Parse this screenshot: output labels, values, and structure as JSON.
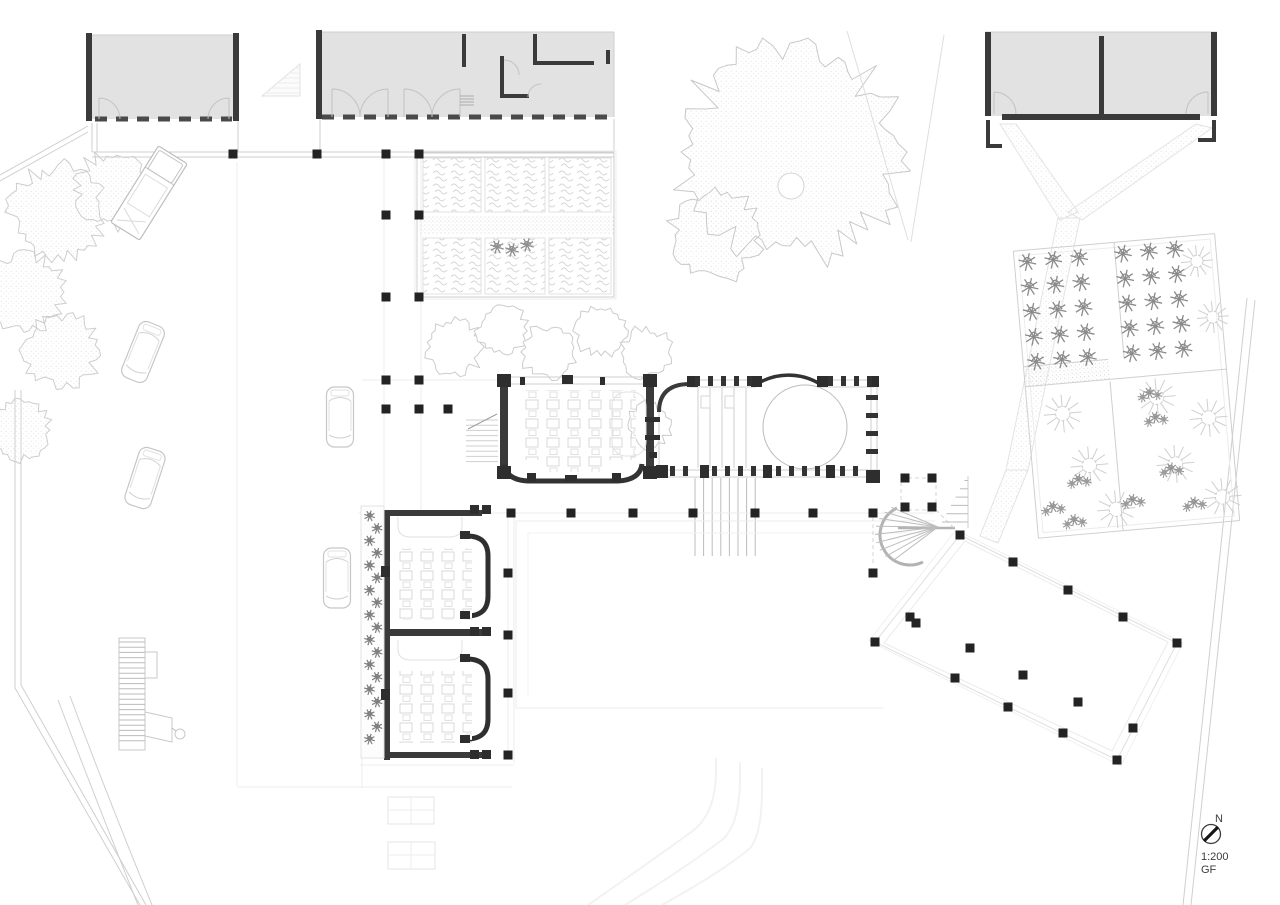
{
  "meta": {
    "drawing_type": "architectural site plan - ground floor",
    "north_label": "N",
    "scale_label": "1:200",
    "level_label": "GF"
  },
  "colors": {
    "paper": "#ffffff",
    "building_fill": "#e2e2e2",
    "wall_dark": "#3a3a3a",
    "column_black": "#232323",
    "line_medium": "#bcbcbc",
    "line_light": "#d8d8d8",
    "line_faint": "#ececec",
    "vegetation_dark": "#8a8a8a",
    "vegetation_light": "#cfcfcf",
    "text": "#3c3c3c"
  },
  "elements": [
    "existing-building-northwest",
    "existing-building-north",
    "existing-building-northeast",
    "exterior-stair-north",
    "planting-beds-north",
    "pergola-colonnade",
    "central-classroom",
    "assembly-hall",
    "classroom-south-a",
    "classroom-south-b",
    "planting-strip",
    "courtyard-terrace",
    "hall-steps",
    "fan-stair",
    "tilted-pavilion-deck",
    "garden-east",
    "path-northeast",
    "large-tree",
    "trees-west",
    "trees-courtyard",
    "parked-cars",
    "truck",
    "entry-stair-southwest",
    "table-tennis-tables",
    "site-boundary",
    "north-arrow"
  ]
}
